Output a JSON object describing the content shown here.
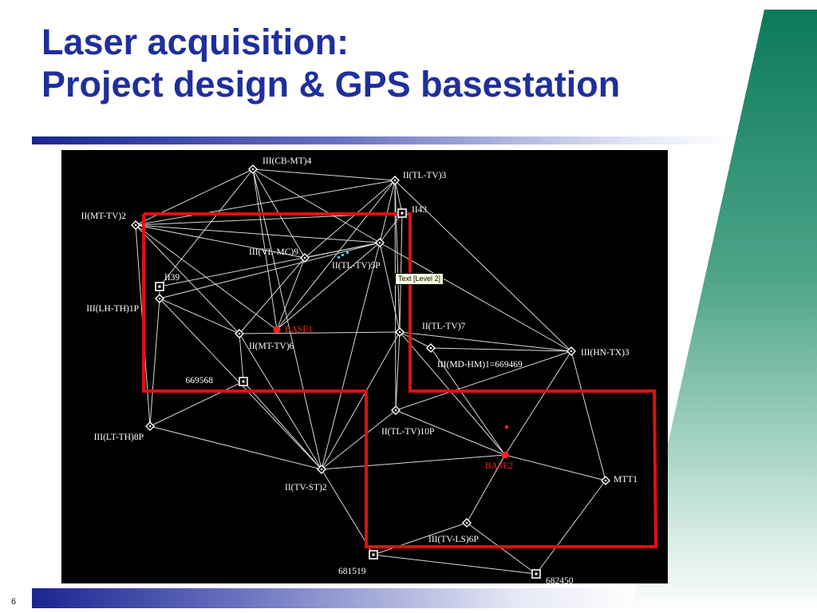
{
  "slide": {
    "title_line1": "Laser acquisition:",
    "title_line2": "Project design & GPS basestation",
    "page_number": "6"
  },
  "colors": {
    "title": "#1f2f9c",
    "accent_green": "#0e7c5e",
    "boundary": "#e01010",
    "base_station": "#ff2020",
    "panel_background": "#000000"
  },
  "diagram": {
    "tooltip": "Text [Level 2]",
    "nodes": [
      {
        "id": "cb_mt_4",
        "label": "III(CB-MT)4",
        "kind": "triangulation"
      },
      {
        "id": "tl_tv_3",
        "label": "II(TL-TV)3",
        "kind": "triangulation"
      },
      {
        "id": "mt_tv_2",
        "label": "II(MT-TV)2",
        "kind": "triangulation"
      },
      {
        "id": "p43",
        "label": "II43",
        "kind": "benchmark"
      },
      {
        "id": "vl_mc_9",
        "label": "III(VL-MC)9",
        "kind": "triangulation"
      },
      {
        "id": "tl_tv_5p",
        "label": "II(TL-TV)5P",
        "kind": "triangulation"
      },
      {
        "id": "p39",
        "label": "II39",
        "kind": "benchmark"
      },
      {
        "id": "lh_th_1p",
        "label": "III(LH-TH)1P",
        "kind": "triangulation"
      },
      {
        "id": "base1",
        "label": "BASE1",
        "kind": "base"
      },
      {
        "id": "mt_tv_6",
        "label": "II(MT-TV)6",
        "kind": "triangulation"
      },
      {
        "id": "tl_tv_7",
        "label": "II(TL-TV)7",
        "kind": "triangulation"
      },
      {
        "id": "md_hm_1",
        "label": "III(MD-HM)1=669469",
        "kind": "triangulation"
      },
      {
        "id": "hn_tx_3",
        "label": "III(HN-TX)3",
        "kind": "triangulation"
      },
      {
        "id": "b669568",
        "label": "669568",
        "kind": "benchmark"
      },
      {
        "id": "lt_th_8p",
        "label": "III(LT-TH)8P",
        "kind": "triangulation"
      },
      {
        "id": "tl_tv_10p",
        "label": "II(TL-TV)10P",
        "kind": "triangulation"
      },
      {
        "id": "base2",
        "label": "BASE2",
        "kind": "base"
      },
      {
        "id": "tv_st_2",
        "label": "II(TV-ST)2",
        "kind": "triangulation"
      },
      {
        "id": "mtt1",
        "label": "MTT1",
        "kind": "triangulation"
      },
      {
        "id": "tv_ls_6p",
        "label": "III(TV-LS)6P",
        "kind": "triangulation"
      },
      {
        "id": "b681519",
        "label": "681519",
        "kind": "benchmark"
      },
      {
        "id": "b682450",
        "label": "682450",
        "kind": "benchmark"
      }
    ],
    "links": [
      [
        "cb_mt_4",
        "mt_tv_2"
      ],
      [
        "cb_mt_4",
        "tl_tv_3"
      ],
      [
        "cb_mt_4",
        "vl_mc_9"
      ],
      [
        "cb_mt_4",
        "p39"
      ],
      [
        "cb_mt_4",
        "base1"
      ],
      [
        "cb_mt_4",
        "tv_st_2"
      ],
      [
        "cb_mt_4",
        "tl_tv_5p"
      ],
      [
        "tl_tv_3",
        "mt_tv_2"
      ],
      [
        "tl_tv_3",
        "vl_mc_9"
      ],
      [
        "tl_tv_3",
        "p43"
      ],
      [
        "tl_tv_3",
        "tl_tv_7"
      ],
      [
        "tl_tv_3",
        "base1"
      ],
      [
        "tl_tv_3",
        "hn_tx_3"
      ],
      [
        "tl_tv_3",
        "tl_tv_5p"
      ],
      [
        "tl_tv_3",
        "tl_tv_10p"
      ],
      [
        "mt_tv_2",
        "vl_mc_9"
      ],
      [
        "mt_tv_2",
        "mt_tv_6"
      ],
      [
        "mt_tv_2",
        "lt_th_8p"
      ],
      [
        "mt_tv_2",
        "base1"
      ],
      [
        "mt_tv_2",
        "p43"
      ],
      [
        "mt_tv_2",
        "tl_tv_5p"
      ],
      [
        "p43",
        "tl_tv_5p"
      ],
      [
        "p43",
        "tl_tv_7"
      ],
      [
        "vl_mc_9",
        "tl_tv_5p"
      ],
      [
        "vl_mc_9",
        "base1"
      ],
      [
        "vl_mc_9",
        "mt_tv_6"
      ],
      [
        "tl_tv_5p",
        "base1"
      ],
      [
        "tl_tv_5p",
        "tl_tv_7"
      ],
      [
        "tl_tv_5p",
        "hn_tx_3"
      ],
      [
        "tl_tv_5p",
        "lh_th_1p"
      ],
      [
        "tl_tv_5p",
        "tv_st_2"
      ],
      [
        "p39",
        "lh_th_1p"
      ],
      [
        "p39",
        "tl_tv_5p"
      ],
      [
        "lh_th_1p",
        "mt_tv_6"
      ],
      [
        "lh_th_1p",
        "lt_th_8p"
      ],
      [
        "lh_th_1p",
        "tv_st_2"
      ],
      [
        "mt_tv_6",
        "tl_tv_7"
      ],
      [
        "mt_tv_6",
        "b669568"
      ],
      [
        "mt_tv_6",
        "tv_st_2"
      ],
      [
        "tl_tv_7",
        "hn_tx_3"
      ],
      [
        "tl_tv_7",
        "md_hm_1"
      ],
      [
        "tl_tv_7",
        "tl_tv_10p"
      ],
      [
        "tl_tv_7",
        "tv_st_2"
      ],
      [
        "tl_tv_7",
        "base2"
      ],
      [
        "md_hm_1",
        "base2"
      ],
      [
        "md_hm_1",
        "hn_tx_3"
      ],
      [
        "hn_tx_3",
        "base2"
      ],
      [
        "hn_tx_3",
        "mtt1"
      ],
      [
        "hn_tx_3",
        "tl_tv_10p"
      ],
      [
        "b669568",
        "lt_th_8p"
      ],
      [
        "b669568",
        "tv_st_2"
      ],
      [
        "lt_th_8p",
        "tv_st_2"
      ],
      [
        "tl_tv_10p",
        "base2"
      ],
      [
        "tl_tv_10p",
        "tv_st_2"
      ],
      [
        "tv_st_2",
        "base2"
      ],
      [
        "tv_st_2",
        "b681519"
      ],
      [
        "base2",
        "mtt1"
      ],
      [
        "base2",
        "tv_ls_6p"
      ],
      [
        "tv_ls_6p",
        "b681519"
      ],
      [
        "tv_ls_6p",
        "b682450"
      ],
      [
        "mtt1",
        "b682450"
      ],
      [
        "b681519",
        "b682450"
      ]
    ]
  }
}
